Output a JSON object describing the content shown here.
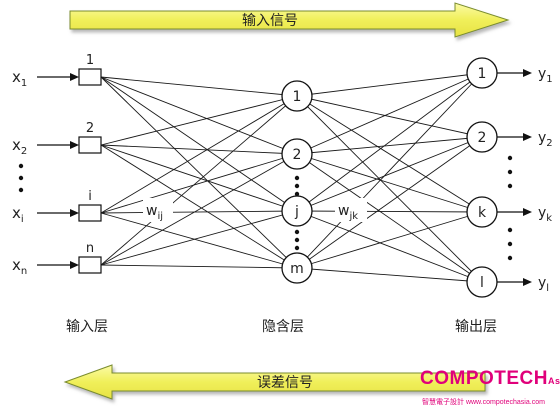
{
  "banners": {
    "forward_label": "输入信号",
    "backward_label": "误差信号"
  },
  "input_layer": {
    "title": "输入层",
    "indices": [
      "1",
      "2",
      "i",
      "n"
    ],
    "signals": [
      {
        "base": "x",
        "sub": "1"
      },
      {
        "base": "x",
        "sub": "2"
      },
      {
        "base": "x",
        "sub": "i"
      },
      {
        "base": "x",
        "sub": "n"
      }
    ]
  },
  "hidden_layer": {
    "title": "隐含层",
    "nodes": [
      "1",
      "2",
      "j",
      "m"
    ]
  },
  "output_layer": {
    "title": "输出层",
    "nodes": [
      "1",
      "2",
      "k",
      "l"
    ],
    "signals": [
      {
        "base": "y",
        "sub": "1"
      },
      {
        "base": "y",
        "sub": "2"
      },
      {
        "base": "y",
        "sub": "k"
      },
      {
        "base": "y",
        "sub": "l"
      }
    ]
  },
  "weights": {
    "input_hidden": {
      "base": "w",
      "sub": "ij"
    },
    "hidden_output": {
      "base": "w",
      "sub": "jk"
    }
  },
  "watermark": {
    "brand": "COMPOTECH",
    "region": "Asia",
    "tagline": "智慧電子設計 www.compotechasia.com"
  },
  "colors": {
    "arrow_fill": "#f4f36a",
    "arrow_stroke": "#7a8c2e",
    "line": "#1a1a1a",
    "brand": "#e0007a"
  }
}
